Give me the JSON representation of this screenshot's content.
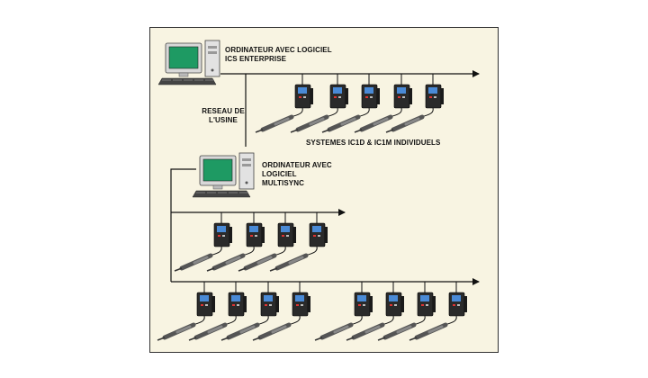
{
  "labels": {
    "pc_top_line1": "ORDINATEUR AVEC LOGICIEL",
    "pc_top_line2": "ICS ENTERPRISE",
    "network_line1": "RESEAU DE",
    "network_line2": "L'USINE",
    "systems_caption": "SYSTEMES IC1D & IC1M INDIVIDUELS",
    "pc_mid_line1": "ORDINATEUR AVEC",
    "pc_mid_line2": "LOGICIEL",
    "pc_mid_line3": "MULTISYNC"
  },
  "colors": {
    "panel_bg": "#f8f4e2",
    "line": "#111111",
    "screen": "#1e9a63",
    "controller_body": "#2a2a2a",
    "controller_display": "#4a8ad6",
    "tool": "#555555"
  },
  "icons": {
    "computer": "desktop-computer-icon",
    "controller": "tightening-controller-icon",
    "tool": "screwdriver-tool-icon"
  }
}
